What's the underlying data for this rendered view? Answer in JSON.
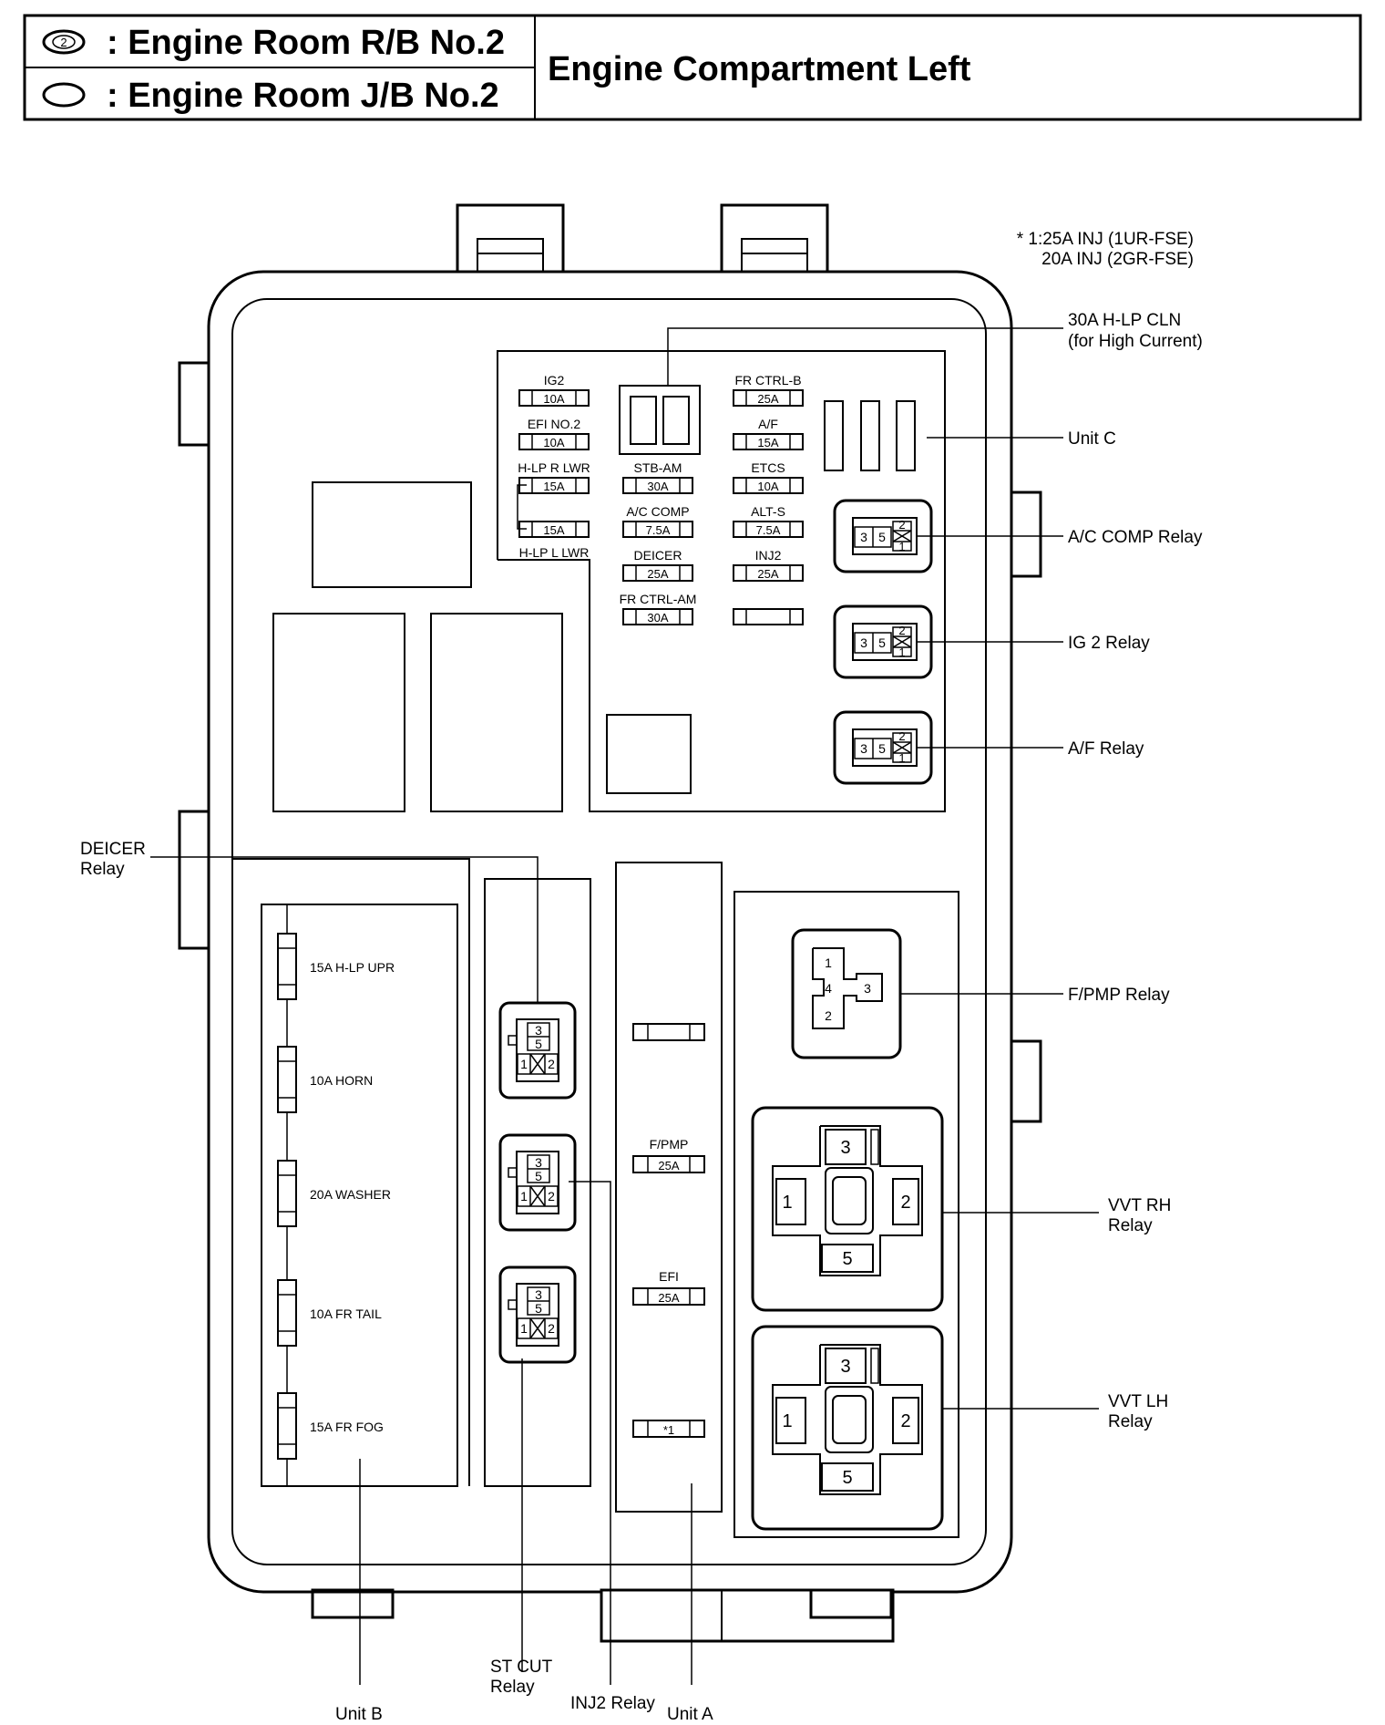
{
  "header": {
    "legend_rb_symbol": "2",
    "legend_rb_text": ": Engine Room R/B No.2",
    "legend_jb_text": ": Engine Room J/B No.2",
    "location": "Engine Compartment Left"
  },
  "note": {
    "line1": "* 1:25A INJ (1UR-FSE)",
    "line2": "20A INJ (2GR-FSE)"
  },
  "callouts": {
    "hlp_cln_1": "30A H-LP CLN",
    "hlp_cln_2": "(for High Current)",
    "unit_c": "Unit C",
    "ac_comp_relay": "A/C COMP Relay",
    "ig2_relay": "IG 2 Relay",
    "af_relay": "A/F Relay",
    "deicer_relay_1": "DEICER",
    "deicer_relay_2": "Relay",
    "fpmp_relay": "F/PMP Relay",
    "vvt_rh_1": "VVT RH",
    "vvt_rh_2": "Relay",
    "vvt_lh_1": "VVT LH",
    "vvt_lh_2": "Relay",
    "st_cut_1": "ST CUT",
    "st_cut_2": "Relay",
    "inj2_relay": "INJ2 Relay",
    "unit_a": "Unit A",
    "unit_b": "Unit B"
  },
  "fuses_top_left": [
    {
      "name": "IG2",
      "rating": "10A"
    },
    {
      "name": "EFI NO.2",
      "rating": "10A"
    },
    {
      "name": "H-LP R LWR",
      "rating": "15A"
    },
    {
      "name": "H-LP L LWR",
      "rating": "15A"
    }
  ],
  "fuses_top_mid": [
    {
      "name": "STB-AM",
      "rating": "30A"
    },
    {
      "name": "A/C COMP",
      "rating": "7.5A"
    },
    {
      "name": "DEICER",
      "rating": "25A"
    },
    {
      "name": "FR CTRL-AM",
      "rating": "30A"
    }
  ],
  "fuses_top_right": [
    {
      "name": "FR CTRL-B",
      "rating": "25A"
    },
    {
      "name": "A/F",
      "rating": "15A"
    },
    {
      "name": "ETCS",
      "rating": "10A"
    },
    {
      "name": "ALT-S",
      "rating": "7.5A"
    },
    {
      "name": "INJ2",
      "rating": "25A"
    }
  ],
  "unit_a_fuses": [
    {
      "name": "F/PMP",
      "rating": "25A"
    },
    {
      "name": "EFI",
      "rating": "25A"
    },
    {
      "name": "",
      "rating": "*1"
    }
  ],
  "unit_b_fuses": [
    "15A H-LP UPR",
    "10A HORN",
    "20A WASHER",
    "10A FR TAIL",
    "15A FR FOG"
  ],
  "pins": {
    "p1": "1",
    "p2": "2",
    "p3": "3",
    "p4": "4",
    "p5": "5"
  }
}
